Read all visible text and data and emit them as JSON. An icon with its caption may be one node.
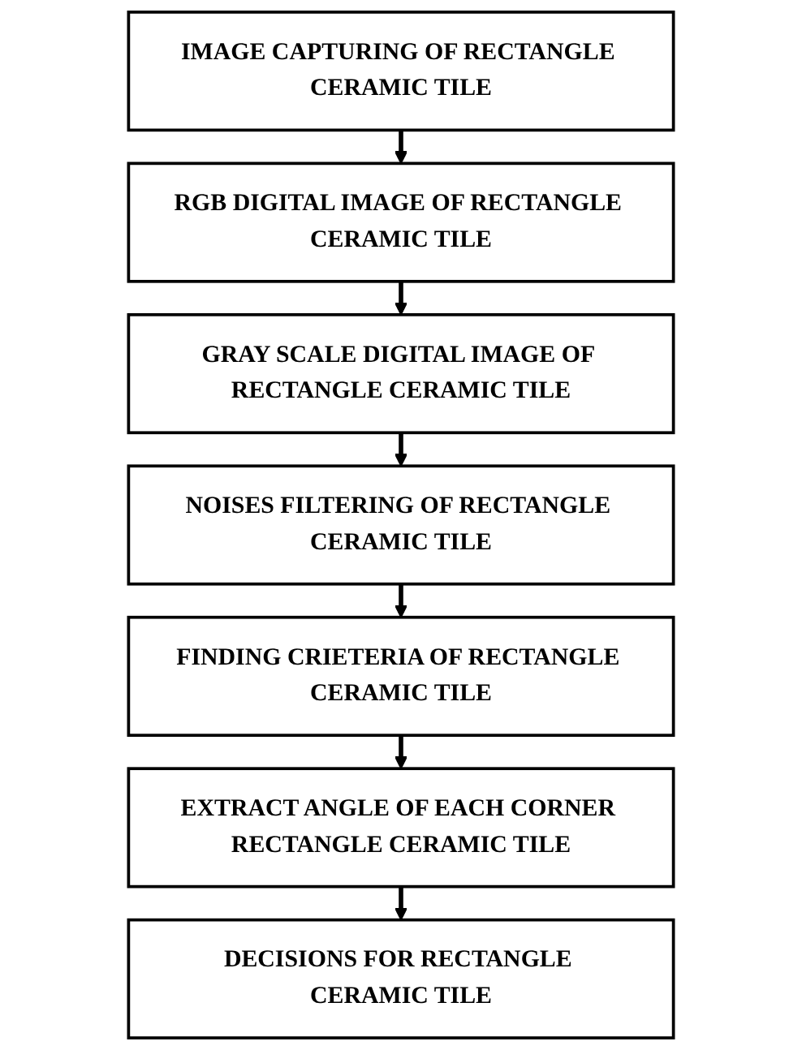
{
  "diagram": {
    "nodes": [
      {
        "text": [
          "IMAGE CAPTURING OF RECTANGLE CERAMIC TILE"
        ]
      },
      {
        "text": [
          "RGB DIGITAL IMAGE OF RECTANGLE CERAMIC TILE"
        ]
      },
      {
        "text": [
          "GRAY SCALE DIGITAL IMAGE OF RECTANGLE CERAMIC TILE"
        ]
      },
      {
        "text": [
          "NOISES FILTERING OF RECTANGLE CERAMIC TILE"
        ]
      },
      {
        "text": [
          "FINDING CRIETERIA OF RECTANGLE CERAMIC TILE"
        ]
      },
      {
        "text": [
          "EXTRACT ANGLE OF EACH CORNER RECTANGLE CERAMIC TILE"
        ]
      },
      {
        "text": [
          "DECISIONS FOR RECTANGLE CERAMIC TILE"
        ]
      }
    ],
    "edges": [
      {
        "from": 0,
        "to": 1,
        "arrow": "to"
      },
      {
        "from": 1,
        "to": 2,
        "arrow": "to"
      },
      {
        "from": 2,
        "to": 3,
        "arrow": "to"
      },
      {
        "from": 3,
        "to": 4,
        "arrow": "to"
      },
      {
        "from": 4,
        "to": 5,
        "arrow": "to"
      },
      {
        "from": 5,
        "to": 6,
        "arrow": "to"
      }
    ]
  }
}
